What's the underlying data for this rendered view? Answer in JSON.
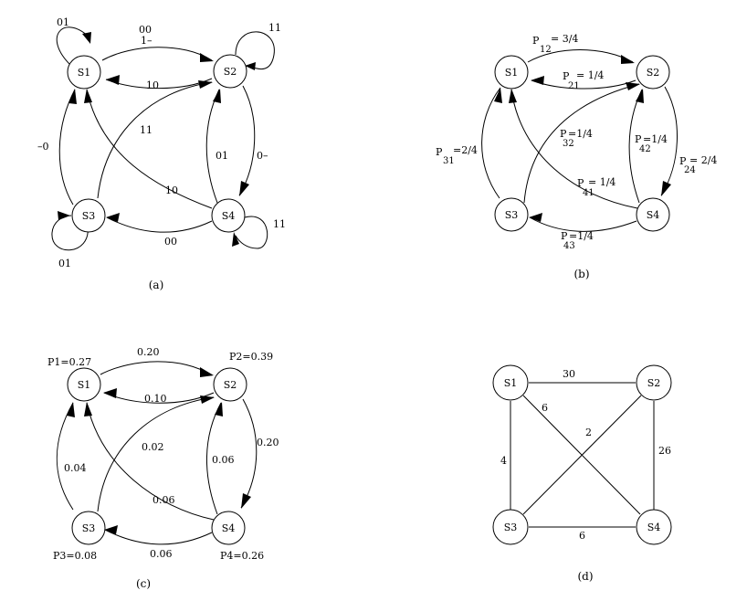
{
  "panels": {
    "a": {
      "caption": "(a)",
      "nodes": {
        "s1": "S1",
        "s2": "S2",
        "s3": "S3",
        "s4": "S4"
      },
      "labels": {
        "loop_s1": "01",
        "loop_s2": "11",
        "loop_s3": "01",
        "loop_s4": "11",
        "s1_s2_top": "00",
        "s1_s2_bottom": "1–",
        "s2_s1": "10",
        "s3_s1": "–0",
        "s3_s2": "11",
        "s4_s1": "10",
        "s4_s2": "01",
        "s2_s4": "0–",
        "s4_s3": "00"
      }
    },
    "b": {
      "caption": "(b)",
      "nodes": {
        "s1": "S1",
        "s2": "S2",
        "s3": "S3",
        "s4": "S4"
      },
      "labels": {
        "p12_main": "P",
        "p12_sub": "12",
        "p12_val": "= 3/4",
        "p21_main": "P",
        "p21_sub": "21",
        "p21_val": "= 1/4",
        "p31_main": "P",
        "p31_sub": "31",
        "p31_val": "=2/4",
        "p32_main": "P",
        "p32_sub": "32",
        "p32_val": "=1/4",
        "p42_main": "P",
        "p42_sub": "42",
        "p42_val": "=1/4",
        "p24_main": "P",
        "p24_sub": "24",
        "p24_val": "= 2/4",
        "p41_main": "P",
        "p41_sub": "41",
        "p41_val": "= 1/4",
        "p43_main": "P",
        "p43_sub": "43",
        "p43_val": "=1/4"
      }
    },
    "c": {
      "caption": "(c)",
      "nodes": {
        "s1": "S1",
        "s2": "S2",
        "s3": "S3",
        "s4": "S4"
      },
      "probs": {
        "p1": "P1=0.27",
        "p2": "P2=0.39",
        "p3": "P3=0.08",
        "p4": "P4=0.26"
      },
      "labels": {
        "s1_s2": "0.20",
        "s2_s1": "0.10",
        "s3_s1": "0.04",
        "s3_s2": "0.02",
        "s4_s1": "0.06",
        "s4_s2": "0.06",
        "s2_s4": "0.20",
        "s4_s3": "0.06"
      }
    },
    "d": {
      "caption": "(d)",
      "nodes": {
        "s1": "S1",
        "s2": "S2",
        "s3": "S3",
        "s4": "S4"
      },
      "weights": {
        "s1_s2": "30",
        "s1_s3": "4",
        "s1_s4": "6",
        "s2_s3": "2",
        "s2_s4": "26",
        "s3_s4": "6"
      }
    }
  }
}
